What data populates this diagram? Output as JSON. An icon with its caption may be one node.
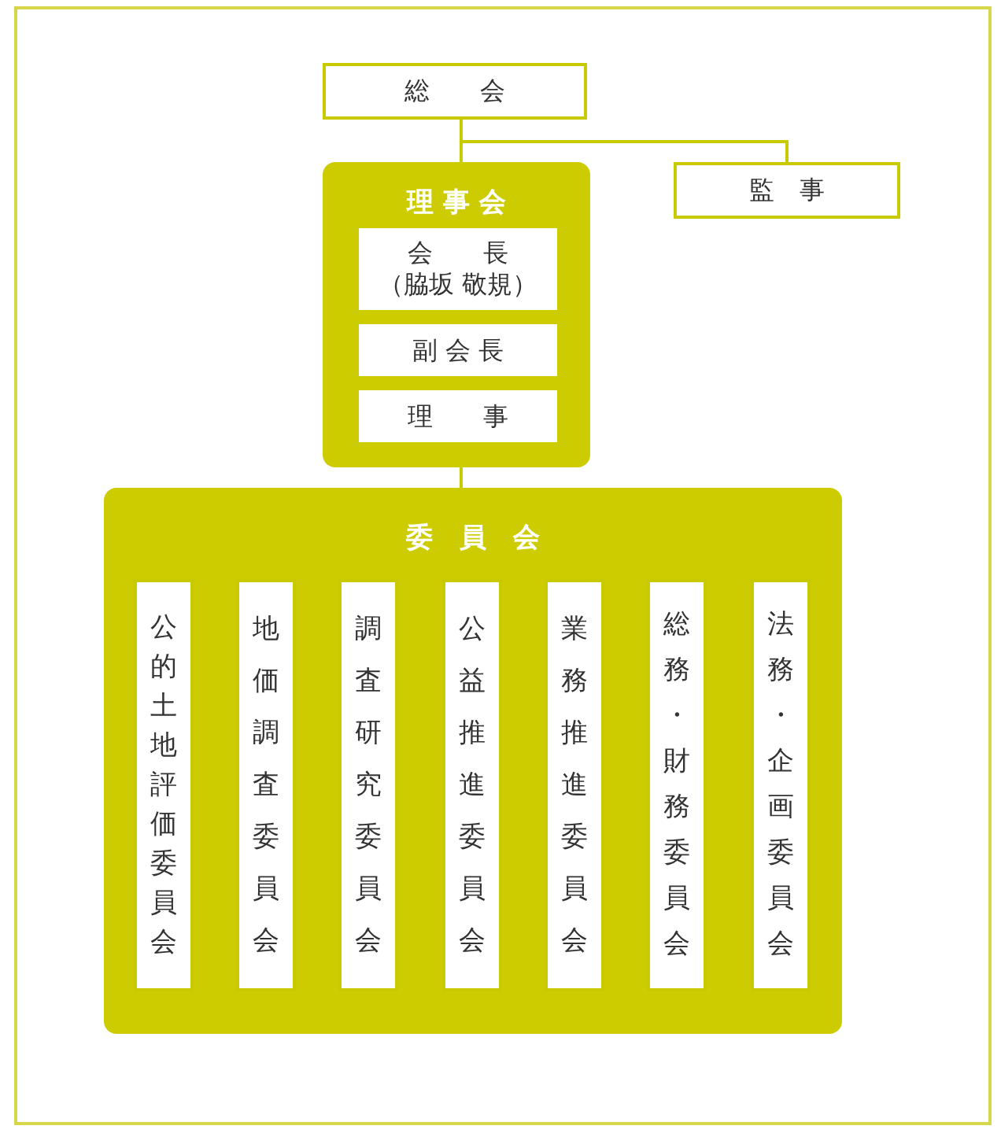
{
  "diagram": {
    "nodes": [
      {
        "text": [
          "総　　会"
        ]
      },
      {
        "text": [
          "監　事"
        ]
      },
      {
        "text": [
          "理 事 会"
        ]
      },
      {
        "text": [
          "会　　長",
          "（脇坂 敬規）"
        ],
        "in": 2
      },
      {
        "text": [
          "副 会 長"
        ],
        "in": 2
      },
      {
        "text": [
          "理　　事"
        ],
        "in": 2
      },
      {
        "text": [
          "委　員　会"
        ]
      },
      {
        "text": [
          "公的土地評価委員会"
        ],
        "in": 6
      },
      {
        "text": [
          "地価調査委員会"
        ],
        "in": 6
      },
      {
        "text": [
          "調査研究委員会"
        ],
        "in": 6
      },
      {
        "text": [
          "公益推進委員会"
        ],
        "in": 6
      },
      {
        "text": [
          "業務推進委員会"
        ],
        "in": 6
      },
      {
        "text": [
          "総務・財務委員会"
        ],
        "in": 6
      },
      {
        "text": [
          "法務・企画委員会"
        ],
        "in": 6
      }
    ],
    "edges": [
      {
        "from": 0,
        "to": 2,
        "arrow": "none"
      },
      {
        "from": 0,
        "to": 1,
        "arrow": "none"
      },
      {
        "from": 2,
        "to": 6,
        "arrow": "none"
      }
    ]
  }
}
